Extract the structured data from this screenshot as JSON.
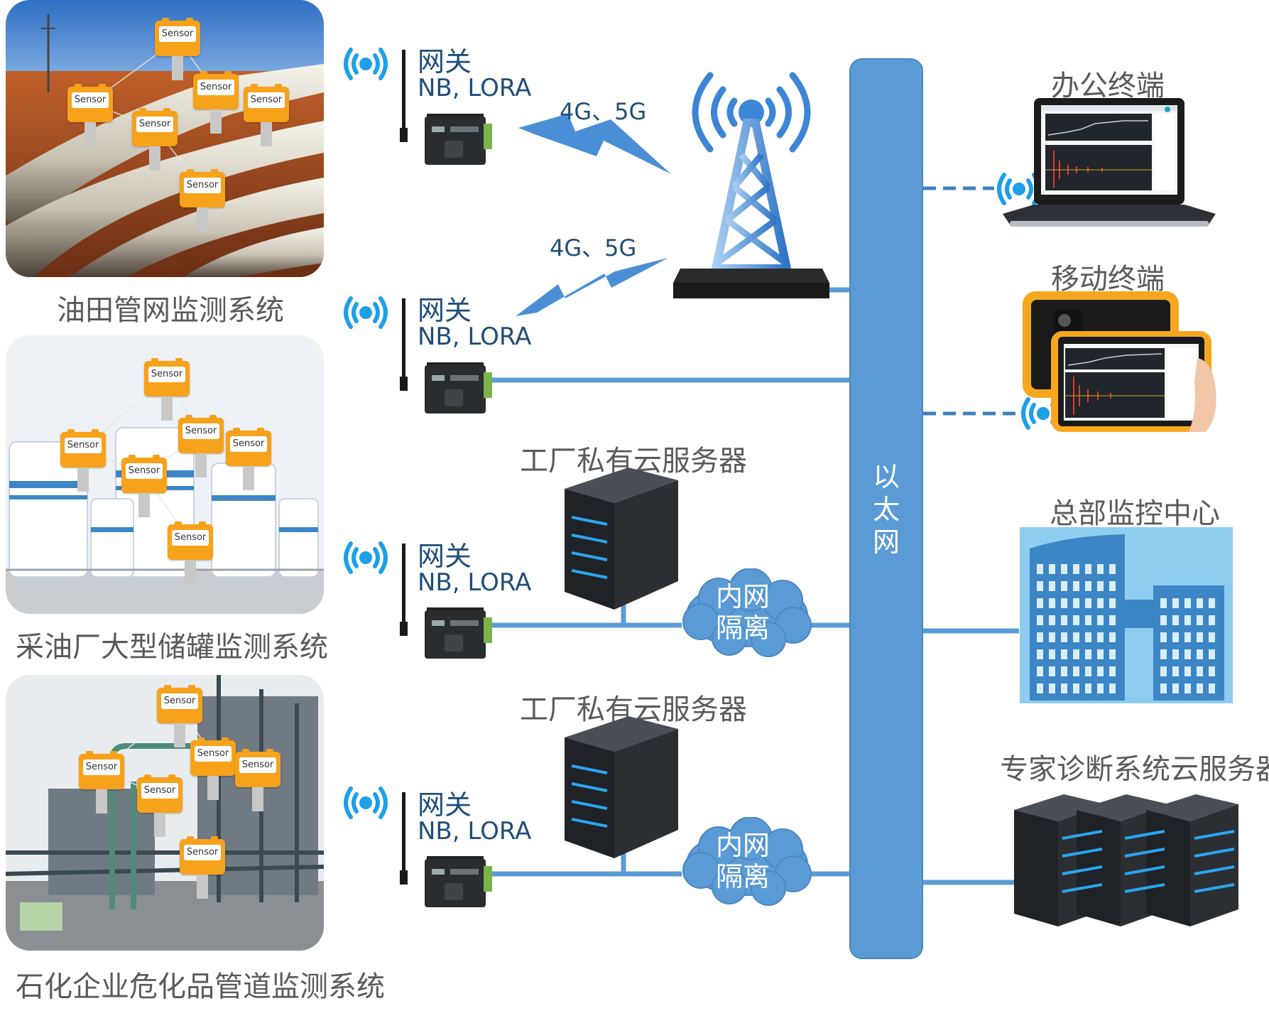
{
  "systems": [
    {
      "label": "油田管网监测系统"
    },
    {
      "label": "采油厂大型储罐监测系统"
    },
    {
      "label": "石化企业危化品管道监测系统"
    }
  ],
  "sensor_label": "Sensor",
  "gateway": {
    "title": "网关",
    "sub": "NB, LORA"
  },
  "band_label": "4G、5G",
  "server_label": "工厂私有云服务器",
  "cloud": {
    "line1": "内网",
    "line2": "隔离"
  },
  "ethernet": {
    "chars": [
      "以",
      "太",
      "网"
    ]
  },
  "terminals": {
    "office": "办公终端",
    "mobile": "移动终端",
    "hq": "总部监控中心",
    "expert": "专家诊断系统云服务器"
  },
  "colors": {
    "bus": "#5b9bd5",
    "bus_dark": "#3f7fbf",
    "text_dark_blue": "#1f4e79",
    "label_gray": "#5a5a5a",
    "sensor_orange": "#f7a21b",
    "hq_bg": "#8ecdf0",
    "hq_building": "#3d86c6"
  },
  "icons": [
    "wifi-signal-icon",
    "gateway-device-icon",
    "radio-tower-icon",
    "lightning-link-icon",
    "server-icon",
    "cloud-icon",
    "laptop-icon",
    "tablet-icon",
    "building-icon"
  ]
}
